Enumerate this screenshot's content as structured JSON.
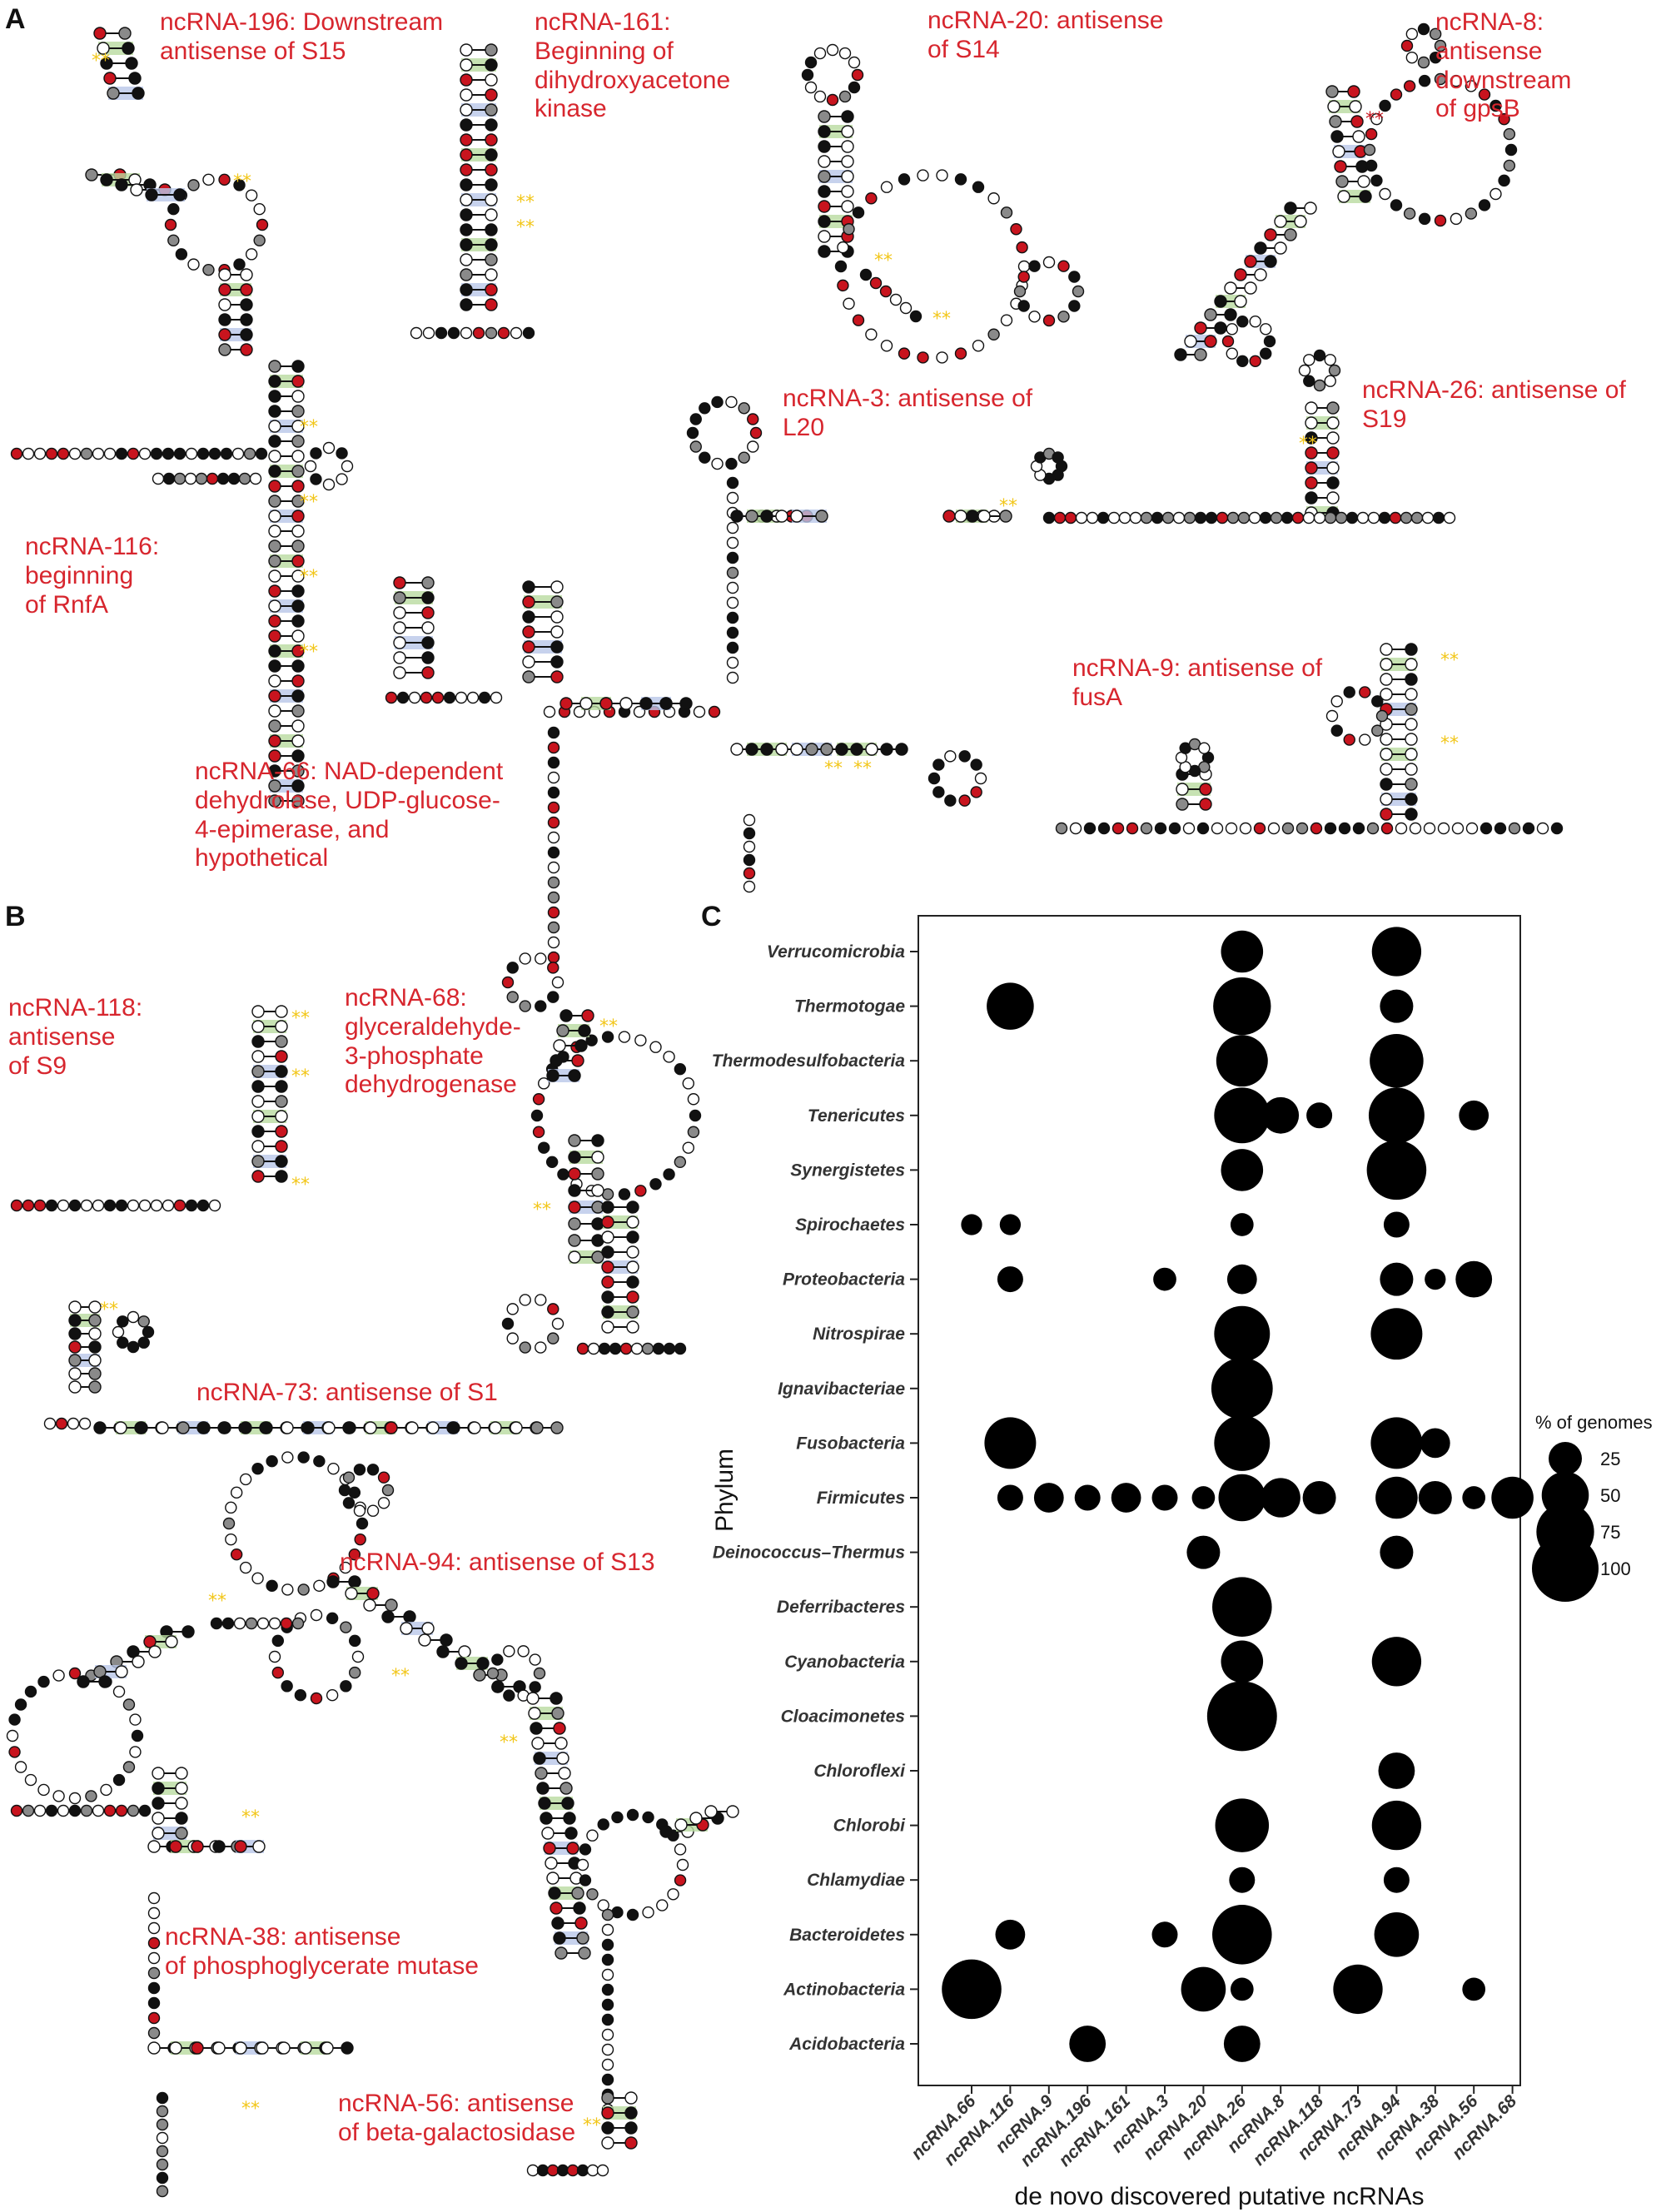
{
  "panels": {
    "a": "A",
    "b": "B",
    "c": "C"
  },
  "labels_a": [
    "ncRNA-196: Downstream\nantisense of S15",
    "ncRNA-161:\nBeginning of\ndihydroxyacetone\nkinase",
    "ncRNA-20: antisense\nof S14",
    "ncRNA-8:\nantisense\ndownstream\nof gpsB",
    "ncRNA-3: antisense of\nL20",
    "ncRNA-26: antisense of\nS19",
    "ncRNA-116:\nbeginning\nof RnfA",
    "ncRNA-9: antisense of\nfusA",
    "ncRNA-66: NAD-dependent\ndehydrolase, UDP-glucose-\n4-epimerase, and\nhypothetical"
  ],
  "labels_b": [
    "ncRNA-118:\nantisense\nof S9",
    "ncRNA-68:\nglyceraldehyde-\n3-phosphate\ndehydrogenase",
    "ncRNA-73: antisense of S1",
    "ncRNA-94: antisense of S13",
    "ncRNA-38: antisense\nof phosphoglycerate mutase",
    "ncRNA-56: antisense\nof beta-galactosidase"
  ],
  "colors": {
    "label_red": "#d7262e",
    "star_yellow": "#f2c619",
    "dot_red": "#c8141e",
    "pair_green": "#b9dba0",
    "pair_blue": "#b9c7e8"
  },
  "chart_data": {
    "type": "bubble",
    "xlabel": "de novo discovered putative ncRNAs",
    "ylabel": "Phylum",
    "x": [
      "ncRNA.66",
      "ncRNA.116",
      "ncRNA.9",
      "ncRNA.196",
      "ncRNA.161",
      "ncRNA.3",
      "ncRNA.20",
      "ncRNA.26",
      "ncRNA.8",
      "ncRNA.118",
      "ncRNA.73",
      "ncRNA.94",
      "ncRNA.38",
      "ncRNA.56",
      "ncRNA.68"
    ],
    "y": [
      "Verrucomicrobia",
      "Thermotogae",
      "Thermodesulfobacteria",
      "Tenericutes",
      "Synergistetes",
      "Spirochaetes",
      "Proteobacteria",
      "Nitrospirae",
      "Ignavibacteriae",
      "Fusobacteria",
      "Firmicutes",
      "Deinococcus–Thermus",
      "Deferribacteres",
      "Cyanobacteria",
      "Cloacimonetes",
      "Chloroflexi",
      "Chlorobi",
      "Chlamydiae",
      "Bacteroidetes",
      "Actinobacteria",
      "Acidobacteria"
    ],
    "points": [
      [
        "Verrucomicrobia",
        "ncRNA.26",
        40
      ],
      [
        "Verrucomicrobia",
        "ncRNA.94",
        55
      ],
      [
        "Thermotogae",
        "ncRNA.116",
        50
      ],
      [
        "Thermotogae",
        "ncRNA.26",
        75
      ],
      [
        "Thermotogae",
        "ncRNA.94",
        25
      ],
      [
        "Thermodesulfobacteria",
        "ncRNA.26",
        60
      ],
      [
        "Thermodesulfobacteria",
        "ncRNA.94",
        65
      ],
      [
        "Tenericutes",
        "ncRNA.26",
        70
      ],
      [
        "Tenericutes",
        "ncRNA.8",
        30
      ],
      [
        "Tenericutes",
        "ncRNA.118",
        15
      ],
      [
        "Tenericutes",
        "ncRNA.94",
        70
      ],
      [
        "Tenericutes",
        "ncRNA.56",
        20
      ],
      [
        "Synergistetes",
        "ncRNA.26",
        40
      ],
      [
        "Synergistetes",
        "ncRNA.94",
        80
      ],
      [
        "Spirochaetes",
        "ncRNA.66",
        10
      ],
      [
        "Spirochaetes",
        "ncRNA.116",
        10
      ],
      [
        "Spirochaetes",
        "ncRNA.26",
        12
      ],
      [
        "Spirochaetes",
        "ncRNA.94",
        15
      ],
      [
        "Proteobacteria",
        "ncRNA.116",
        15
      ],
      [
        "Proteobacteria",
        "ncRNA.3",
        12
      ],
      [
        "Proteobacteria",
        "ncRNA.26",
        20
      ],
      [
        "Proteobacteria",
        "ncRNA.94",
        25
      ],
      [
        "Proteobacteria",
        "ncRNA.38",
        10
      ],
      [
        "Proteobacteria",
        "ncRNA.56",
        30
      ],
      [
        "Nitrospirae",
        "ncRNA.26",
        70
      ],
      [
        "Nitrospirae",
        "ncRNA.94",
        60
      ],
      [
        "Ignavibacteriae",
        "ncRNA.26",
        85
      ],
      [
        "Fusobacteria",
        "ncRNA.116",
        60
      ],
      [
        "Fusobacteria",
        "ncRNA.26",
        70
      ],
      [
        "Fusobacteria",
        "ncRNA.94",
        60
      ],
      [
        "Fusobacteria",
        "ncRNA.38",
        20
      ],
      [
        "Firmicutes",
        "ncRNA.116",
        15
      ],
      [
        "Firmicutes",
        "ncRNA.9",
        20
      ],
      [
        "Firmicutes",
        "ncRNA.196",
        15
      ],
      [
        "Firmicutes",
        "ncRNA.161",
        20
      ],
      [
        "Firmicutes",
        "ncRNA.3",
        15
      ],
      [
        "Firmicutes",
        "ncRNA.20",
        12
      ],
      [
        "Firmicutes",
        "ncRNA.26",
        50
      ],
      [
        "Firmicutes",
        "ncRNA.8",
        35
      ],
      [
        "Firmicutes",
        "ncRNA.118",
        25
      ],
      [
        "Firmicutes",
        "ncRNA.94",
        40
      ],
      [
        "Firmicutes",
        "ncRNA.38",
        25
      ],
      [
        "Firmicutes",
        "ncRNA.56",
        12
      ],
      [
        "Firmicutes",
        "ncRNA.68",
        40
      ],
      [
        "Deinococcus–Thermus",
        "ncRNA.20",
        25
      ],
      [
        "Deinococcus–Thermus",
        "ncRNA.94",
        25
      ],
      [
        "Deferribacteres",
        "ncRNA.26",
        80
      ],
      [
        "Cyanobacteria",
        "ncRNA.26",
        40
      ],
      [
        "Cyanobacteria",
        "ncRNA.94",
        55
      ],
      [
        "Cloacimonetes",
        "ncRNA.26",
        110
      ],
      [
        "Chloroflexi",
        "ncRNA.94",
        30
      ],
      [
        "Chlorobi",
        "ncRNA.26",
        65
      ],
      [
        "Chlorobi",
        "ncRNA.94",
        55
      ],
      [
        "Chlamydiae",
        "ncRNA.26",
        15
      ],
      [
        "Chlamydiae",
        "ncRNA.94",
        15
      ],
      [
        "Bacteroidetes",
        "ncRNA.116",
        20
      ],
      [
        "Bacteroidetes",
        "ncRNA.3",
        15
      ],
      [
        "Bacteroidetes",
        "ncRNA.26",
        80
      ],
      [
        "Bacteroidetes",
        "ncRNA.94",
        45
      ],
      [
        "Actinobacteria",
        "ncRNA.66",
        80
      ],
      [
        "Actinobacteria",
        "ncRNA.20",
        45
      ],
      [
        "Actinobacteria",
        "ncRNA.26",
        12
      ],
      [
        "Actinobacteria",
        "ncRNA.73",
        55
      ],
      [
        "Actinobacteria",
        "ncRNA.56",
        12
      ],
      [
        "Acidobacteria",
        "ncRNA.196",
        30
      ],
      [
        "Acidobacteria",
        "ncRNA.26",
        30
      ]
    ],
    "legend": {
      "title": "% of genomes",
      "values": [
        25,
        50,
        75,
        100
      ]
    },
    "grid": false
  }
}
